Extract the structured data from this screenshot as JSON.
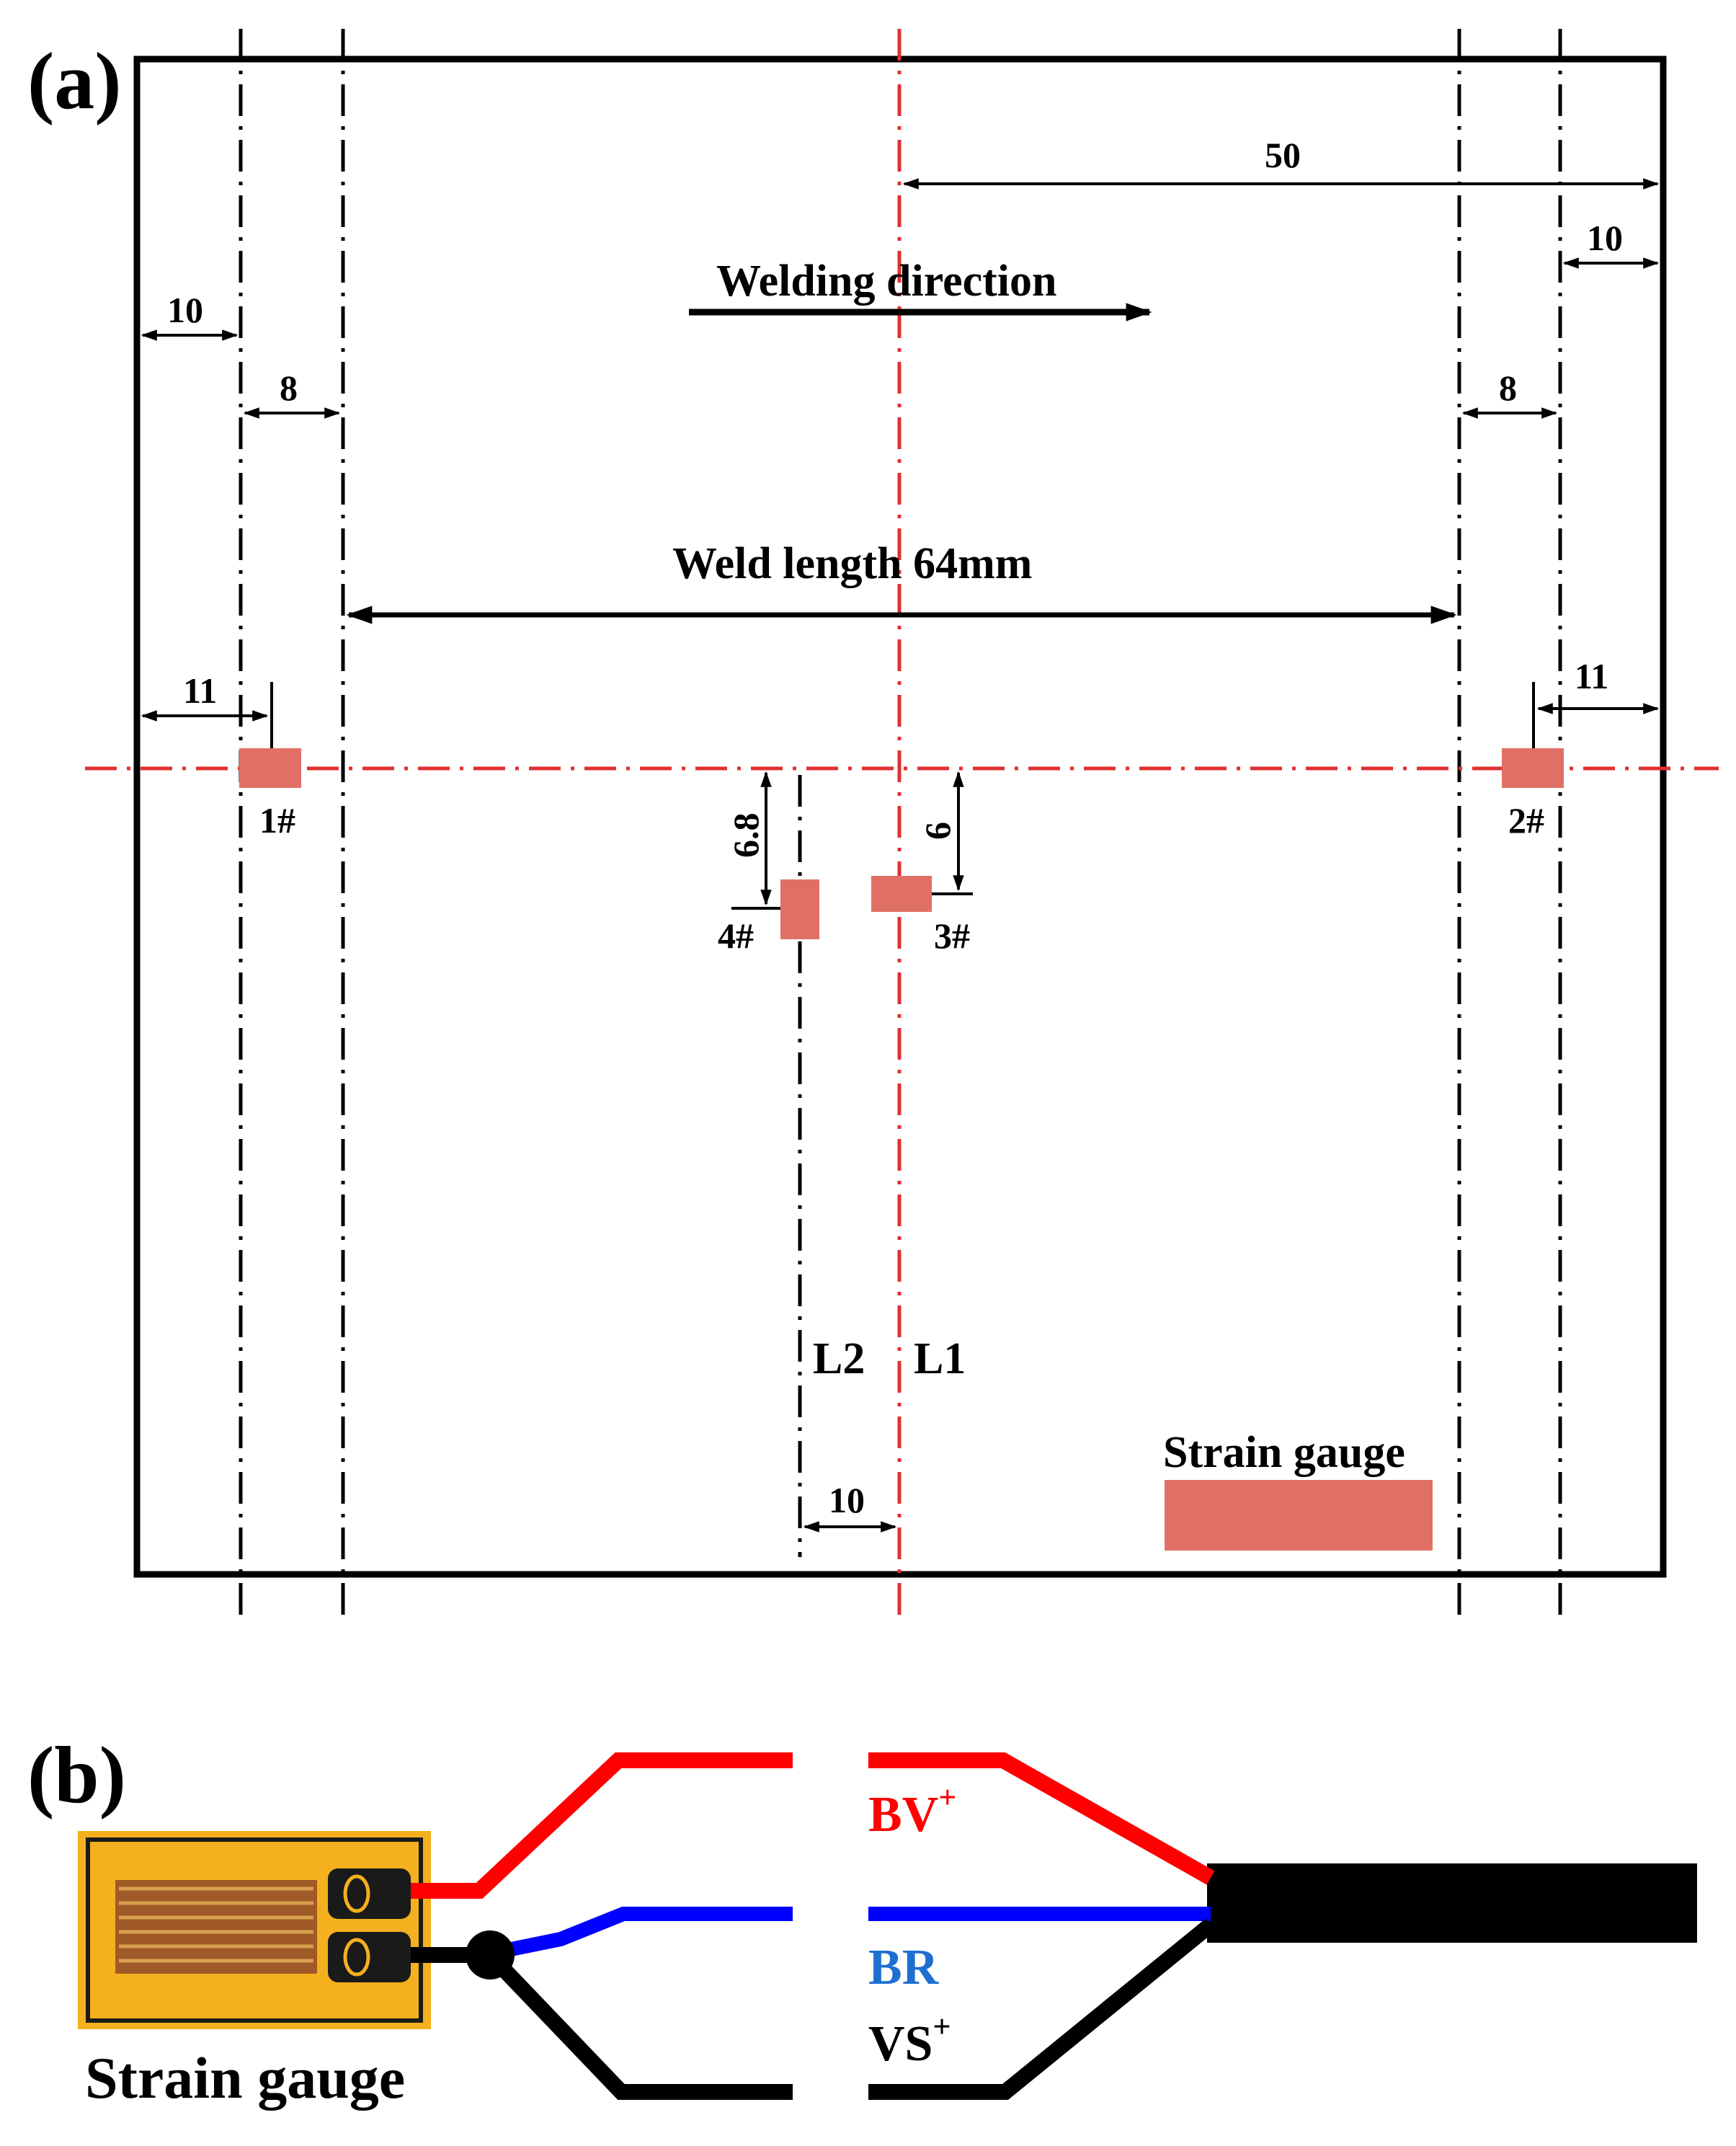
{
  "panel_a": {
    "label": "(a)",
    "welding_direction": "Welding direction",
    "weld_length": "Weld length 64mm",
    "dims": {
      "top_right_50": "50",
      "top_right_10": "10",
      "left_10": "10",
      "left_8": "8",
      "right_8": "8",
      "left_11": "11",
      "right_11": "11",
      "vert_6_8": "6.8",
      "vert_6": "6",
      "bottom_10": "10"
    },
    "gauges": {
      "g1": "1#",
      "g2": "2#",
      "g3": "3#",
      "g4": "4#"
    },
    "lines": {
      "l1": "L1",
      "l2": "L2"
    },
    "legend": "Strain gauge"
  },
  "panel_b": {
    "label": "(b)",
    "gauge_caption": "Strain gauge",
    "wires": [
      {
        "base": "BV",
        "sup": "+",
        "color": "#ff0000"
      },
      {
        "base": "BR",
        "sup": "",
        "color": "#1e6fd0"
      },
      {
        "base": "VS",
        "sup": "+",
        "color": "#000000"
      }
    ]
  },
  "colors": {
    "gauge_fill": "#e07066",
    "centerline": "#e03030",
    "wire_red": "#ff0000",
    "wire_blue": "#0000ff",
    "wire_black": "#000000"
  }
}
